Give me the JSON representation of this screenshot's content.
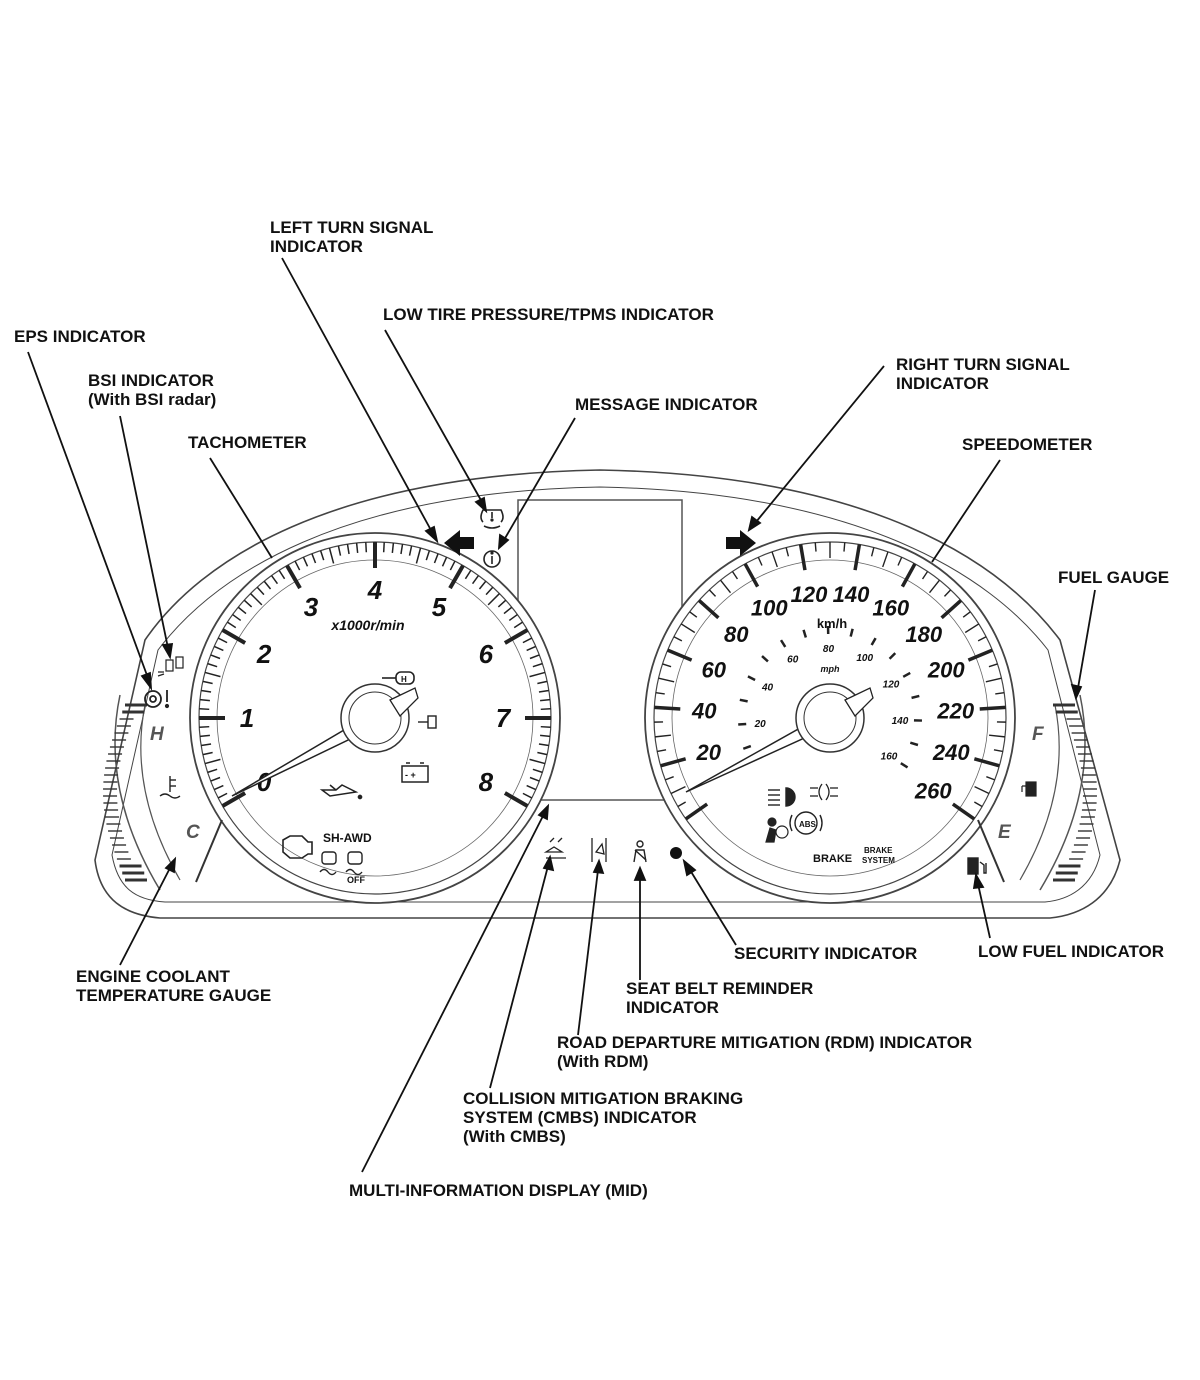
{
  "labels": {
    "left_turn": [
      "LEFT TURN SIGNAL",
      "INDICATOR"
    ],
    "low_tire": [
      "LOW TIRE PRESSURE/TPMS INDICATOR"
    ],
    "eps": [
      "EPS INDICATOR"
    ],
    "bsi": [
      "BSI INDICATOR",
      "(With BSI radar)"
    ],
    "message": [
      "MESSAGE INDICATOR"
    ],
    "right_turn": [
      "RIGHT TURN SIGNAL",
      "INDICATOR"
    ],
    "tachometer": [
      "TACHOMETER"
    ],
    "speedometer": [
      "SPEEDOMETER"
    ],
    "fuel_gauge": [
      "FUEL GAUGE"
    ],
    "security": [
      "SECURITY INDICATOR"
    ],
    "low_fuel": [
      "LOW FUEL INDICATOR"
    ],
    "coolant": [
      "ENGINE COOLANT",
      "TEMPERATURE GAUGE"
    ],
    "seat_belt": [
      "SEAT BELT REMINDER",
      "INDICATOR"
    ],
    "rdm": [
      "ROAD DEPARTURE MITIGATION (RDM) INDICATOR",
      "(With RDM)"
    ],
    "cmbs": [
      "COLLISION MITIGATION BRAKING",
      "SYSTEM (CMBS) INDICATOR",
      "(With CMBS)"
    ],
    "mid": [
      "MULTI-INFORMATION DISPLAY (MID)"
    ]
  },
  "tachometer": {
    "numbers": [
      "0",
      "1",
      "2",
      "3",
      "4",
      "5",
      "6",
      "7",
      "8"
    ],
    "unit": "x1000r/min",
    "awd": "SH-AWD",
    "off": "OFF"
  },
  "speedometer": {
    "kmh_numbers": [
      "20",
      "40",
      "60",
      "80",
      "100",
      "120",
      "140",
      "160",
      "180",
      "200",
      "220",
      "240",
      "260"
    ],
    "mph_numbers": [
      "20",
      "40",
      "60",
      "80",
      "100",
      "120",
      "140",
      "160"
    ],
    "kmh_unit": "km/h",
    "mph_unit": "mph",
    "brake": "BRAKE",
    "brake_system": [
      "BRAKE",
      "SYSTEM"
    ],
    "abs": "ABS"
  },
  "temp_gauge": {
    "hot": "H",
    "cold": "C"
  },
  "fuel_gauge": {
    "full": "F",
    "empty": "E"
  },
  "icons": [
    "left-arrow-icon",
    "right-arrow-icon",
    "tpms-icon",
    "info-icon",
    "eps-icon",
    "bsi-icon",
    "coolant-temp-icon",
    "fuel-pump-icon",
    "low-fuel-icon",
    "check-engine-icon",
    "oil-pressure-icon",
    "battery-icon",
    "immobilizer-key-icon",
    "vsa-icon",
    "vsa-off-icon",
    "cmbs-icon",
    "rdm-icon",
    "seat-belt-icon",
    "security-dot-icon",
    "headlight-icon",
    "fog-light-icon",
    "airbag-icon"
  ]
}
